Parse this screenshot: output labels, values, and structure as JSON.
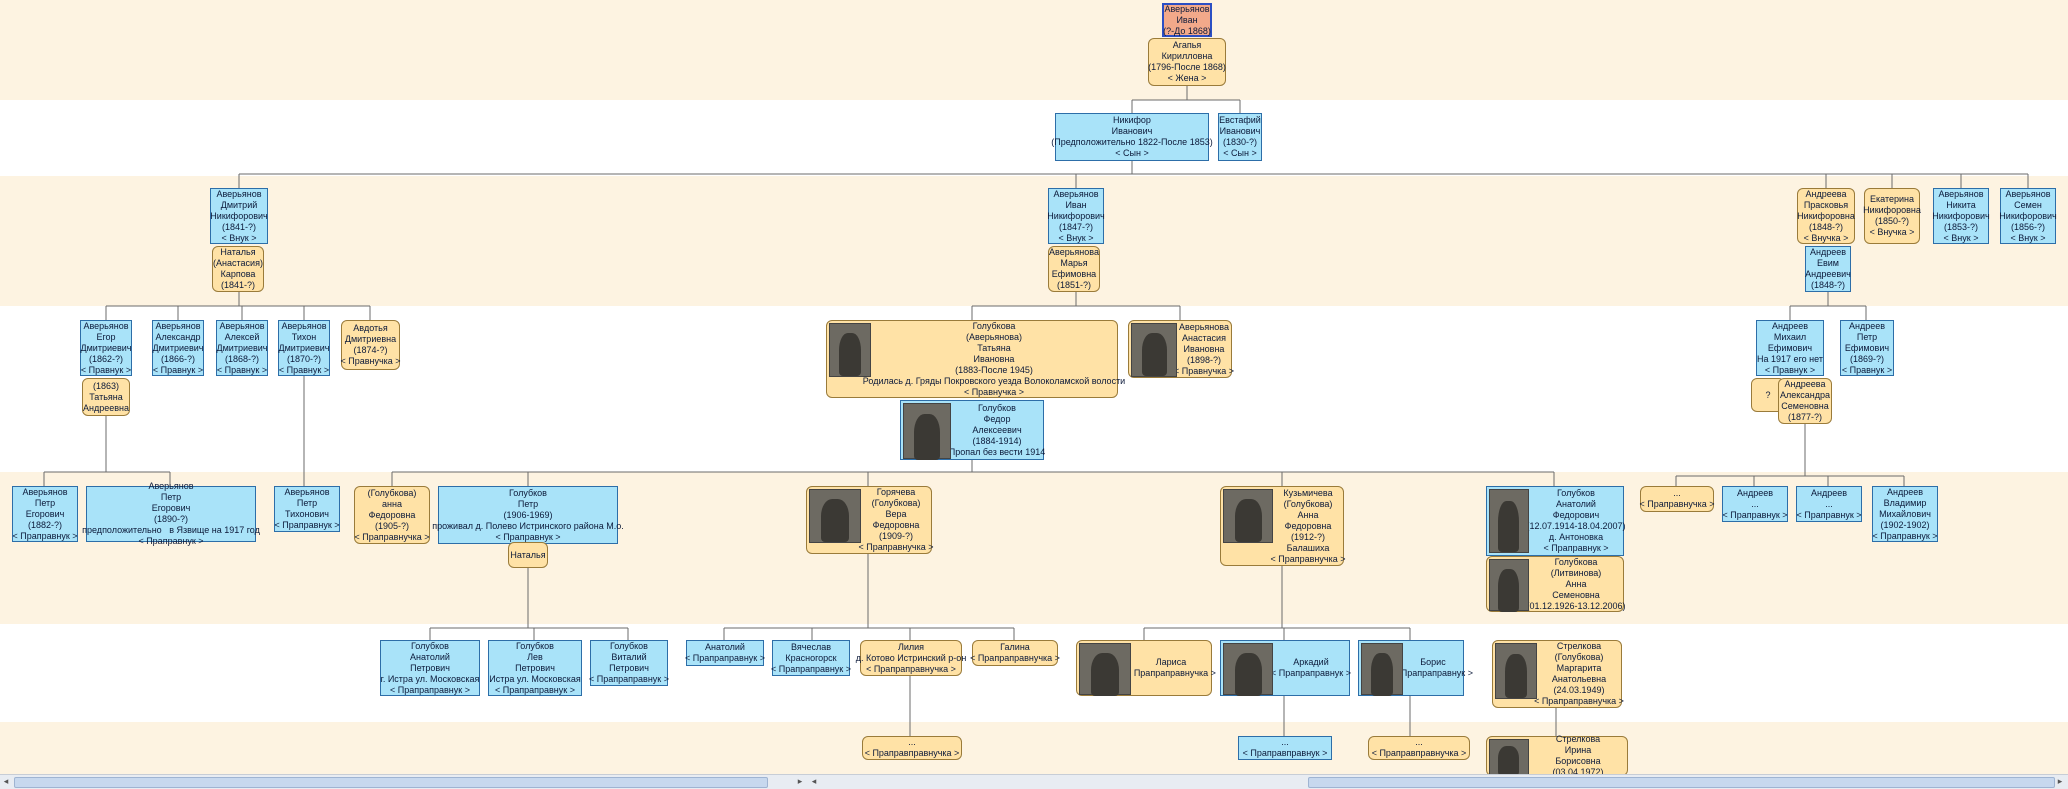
{
  "colors": {
    "male": "#a9e3f9",
    "female": "#ffe2a6",
    "selected": "#f2a98a",
    "band": "#fdf3e1"
  },
  "nodes": [
    {
      "id": "n1",
      "t": "sel",
      "lines": [
        "Аверьянов",
        "Иван",
        "(?-До 1868)"
      ]
    },
    {
      "id": "n2",
      "t": "f",
      "lines": [
        "Агапья",
        "Кирилловна",
        "(1796-После 1868)",
        "< Жена >"
      ]
    },
    {
      "id": "n3",
      "t": "m",
      "lines": [
        "Никифор",
        "Иванович",
        "(Предположительно 1822-После 1853)",
        "< Сын >"
      ]
    },
    {
      "id": "n4",
      "t": "m",
      "lines": [
        "Евстафий",
        "Иванович",
        "(1830-?)",
        "< Сын >"
      ]
    },
    {
      "id": "n5",
      "t": "m",
      "lines": [
        "Аверьянов",
        "Дмитрий",
        "Никифорович",
        "(1841-?)",
        "< Внук >"
      ]
    },
    {
      "id": "n6",
      "t": "f",
      "lines": [
        "Наталья",
        "(Анастасия)",
        "Карпова",
        "(1841-?)"
      ]
    },
    {
      "id": "n7",
      "t": "m",
      "lines": [
        "Аверьянов",
        "Иван",
        "Никифорович",
        "(1847-?)",
        "< Внук >"
      ]
    },
    {
      "id": "n8",
      "t": "f",
      "lines": [
        "Аверьянова",
        "Марья",
        "Ефимовна",
        "(1851-?)"
      ]
    },
    {
      "id": "n9",
      "t": "f",
      "lines": [
        "Андреева",
        "Прасковья",
        "Никифоровна",
        "(1848-?)",
        "< Внучка >"
      ]
    },
    {
      "id": "n10",
      "t": "f",
      "lines": [
        "Екатерина",
        "Никифоровна",
        "(1850-?)",
        "< Внучка >"
      ]
    },
    {
      "id": "n11",
      "t": "m",
      "lines": [
        "Аверьянов",
        "Никита",
        "Никифорович",
        "(1853-?)",
        "< Внук >"
      ]
    },
    {
      "id": "n12",
      "t": "m",
      "lines": [
        "Аверьянов",
        "Семен",
        "Никифорович",
        "(1856-?)",
        "< Внук >"
      ]
    },
    {
      "id": "n13",
      "t": "m",
      "lines": [
        "Андреев",
        "Евим",
        "Андреевич",
        "(1848-?)"
      ]
    },
    {
      "id": "n14",
      "t": "m",
      "lines": [
        "Аверьянов",
        "Егор",
        "Дмитриевич",
        "(1862-?)",
        "< Правнук >"
      ]
    },
    {
      "id": "n15",
      "t": "f",
      "lines": [
        "(1863)",
        "Татьяна",
        "Андреевна"
      ]
    },
    {
      "id": "n16",
      "t": "m",
      "lines": [
        "Аверьянов",
        "Александр",
        "Дмитриевич",
        "(1866-?)",
        "< Правнук >"
      ]
    },
    {
      "id": "n17",
      "t": "m",
      "lines": [
        "Аверьянов",
        "Алексей",
        "Дмитриевич",
        "(1868-?)",
        "< Правнук >"
      ]
    },
    {
      "id": "n18",
      "t": "m",
      "lines": [
        "Аверьянов",
        "Тихон",
        "Дмитриевич",
        "(1870-?)",
        "< Правнук >"
      ]
    },
    {
      "id": "n19",
      "t": "f",
      "lines": [
        "Авдотья",
        "Дмитриевна",
        "(1874-?)",
        "< Правнучка >"
      ]
    },
    {
      "id": "n20",
      "t": "f",
      "lines": [
        "Голубкова",
        "(Аверьянова)",
        "Татьяна",
        "Ивановна",
        "(1883-После 1945)",
        "Родилась д. Гряды Покровского уезда Волоколамской волости",
        "< Правнучка >"
      ]
    },
    {
      "id": "n21",
      "t": "f",
      "lines": [
        "Аверьянова",
        "Анастасия",
        "Ивановна",
        "(1898-?)",
        "< Правнучка >"
      ]
    },
    {
      "id": "n22",
      "t": "m",
      "lines": [
        "Голубков",
        "Федор",
        "Алексеевич",
        "(1884-1914)",
        "Пропал без вести 1914"
      ]
    },
    {
      "id": "n23",
      "t": "m",
      "lines": [
        "Андреев",
        "Михаил",
        "Ефимович",
        "На 1917 его нет",
        "< Правнук >"
      ]
    },
    {
      "id": "n24",
      "t": "m",
      "lines": [
        "Андреев",
        "Петр",
        "Ефимович",
        "(1869-?)",
        "< Правнук >"
      ]
    },
    {
      "id": "n25",
      "t": "f",
      "lines": [
        "?"
      ]
    },
    {
      "id": "n26",
      "t": "f",
      "lines": [
        "Андреева",
        "Александра",
        "Семеновна",
        "(1877-?)"
      ]
    },
    {
      "id": "n27",
      "t": "m",
      "lines": [
        "Аверьянов",
        "Петр",
        "Егорович",
        "(1882-?)",
        "< Праправнук >"
      ]
    },
    {
      "id": "n28",
      "t": "m",
      "lines": [
        "Аверьянов",
        "Петр",
        "Егорович",
        "(1890-?)",
        "предположительно   в Язвище на 1917 год",
        "< Праправнук >"
      ]
    },
    {
      "id": "n29",
      "t": "m",
      "lines": [
        "Аверьянов",
        "Петр",
        "Тихонович",
        "< Праправнук >"
      ]
    },
    {
      "id": "n30",
      "t": "f",
      "lines": [
        "(Голубкова)",
        "анна",
        "Федоровна",
        "(1905-?)",
        "< Праправнучка >"
      ]
    },
    {
      "id": "n31",
      "t": "m",
      "lines": [
        "Голубков",
        "Петр",
        "(1906-1969)",
        "проживал д. Полево Истринского района М.о.",
        "< Праправнук >"
      ]
    },
    {
      "id": "n32",
      "t": "f",
      "lines": [
        "Наталья"
      ]
    },
    {
      "id": "n33",
      "t": "f",
      "lines": [
        "Горячева",
        "(Голубкова)",
        "Вера",
        "Федоровна",
        "(1909-?)",
        "< Праправнучка >"
      ]
    },
    {
      "id": "n34",
      "t": "f",
      "lines": [
        "Кузьмичева",
        "(Голубкова)",
        "Анна",
        "Федоровна",
        "(1912-?)",
        "Балашиха",
        "< Праправнучка >"
      ]
    },
    {
      "id": "n35",
      "t": "m",
      "lines": [
        "Голубков",
        "Анатолий",
        "Федорович",
        "(12.07.1914-18.04.2007)",
        "д. Антоновка",
        "< Праправнук >"
      ]
    },
    {
      "id": "n36",
      "t": "f",
      "lines": [
        "Голубкова",
        "(Литвинова)",
        "Анна",
        "Семеновна",
        "(01.12.1926-13.12.2006)"
      ]
    },
    {
      "id": "n37",
      "t": "f",
      "lines": [
        "...",
        "< Праправнучка >"
      ]
    },
    {
      "id": "n38",
      "t": "m",
      "lines": [
        "Андреев",
        "...",
        "< Праправнук >"
      ]
    },
    {
      "id": "n39",
      "t": "m",
      "lines": [
        "Андреев",
        "...",
        "< Праправнук >"
      ]
    },
    {
      "id": "n40",
      "t": "m",
      "lines": [
        "Андреев",
        "Владимир",
        "Михайлович",
        "(1902-1902)",
        "< Праправнук >"
      ]
    },
    {
      "id": "n41",
      "t": "m",
      "lines": [
        "Голубков",
        "Анатолий",
        "Петрович",
        "г. Истра ул. Московская",
        "< Прапраправнук >"
      ]
    },
    {
      "id": "n42",
      "t": "m",
      "lines": [
        "Голубков",
        "Лев",
        "Петрович",
        "Истра ул. Московская",
        "< Прапраправнук >"
      ]
    },
    {
      "id": "n43",
      "t": "m",
      "lines": [
        "Голубков",
        "Виталий",
        "Петрович",
        "< Прапраправнук >"
      ]
    },
    {
      "id": "n44",
      "t": "m",
      "lines": [
        "Анатолий",
        "< Прапраправнук >"
      ]
    },
    {
      "id": "n45",
      "t": "m",
      "lines": [
        "Вячеслав",
        "Красногорск",
        "< Прапраправнук >"
      ]
    },
    {
      "id": "n46",
      "t": "f",
      "lines": [
        "Лилия",
        "д. Котово Истринский р-он",
        "< Прапраправнучка >"
      ]
    },
    {
      "id": "n47",
      "t": "f",
      "lines": [
        "Галина",
        "< Прапраправнучка >"
      ]
    },
    {
      "id": "n48",
      "t": "f",
      "lines": [
        "Лариса",
        "< Прапраправнучка >"
      ]
    },
    {
      "id": "n49",
      "t": "m",
      "lines": [
        "Аркадий",
        "< Прапраправнук >"
      ]
    },
    {
      "id": "n50",
      "t": "m",
      "lines": [
        "Борис",
        "< Прапраправнук >"
      ]
    },
    {
      "id": "n51",
      "t": "f",
      "lines": [
        "Стрелкова",
        "(Голубкова)",
        "Маргарита",
        "Анатольевна",
        "(24.03.1949)",
        "< Прапраправнучка >"
      ]
    },
    {
      "id": "n52",
      "t": "f",
      "lines": [
        "...",
        "< Праправправнучка >"
      ]
    },
    {
      "id": "n53",
      "t": "m",
      "lines": [
        "...",
        "< Праправправнук >"
      ]
    },
    {
      "id": "n54",
      "t": "f",
      "lines": [
        "...",
        "< Праправправнучка >"
      ]
    },
    {
      "id": "n55",
      "t": "f",
      "lines": [
        "Стрелкова",
        "Ирина",
        "Борисовна",
        "(03.04.1972)"
      ]
    }
  ]
}
